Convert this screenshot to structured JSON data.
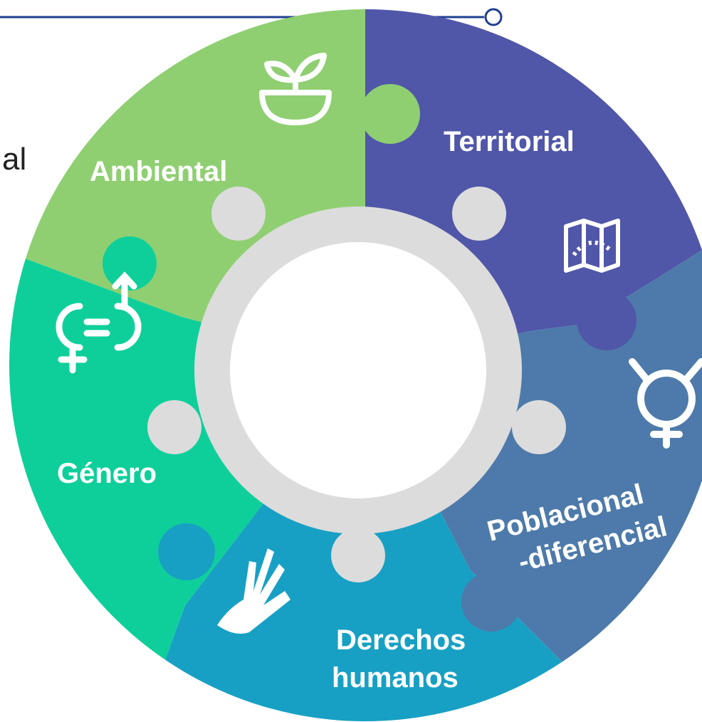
{
  "diagram": {
    "side_text": "al",
    "segments": [
      {
        "id": "ambiental",
        "label": "Ambiental",
        "color": "#8fcf72",
        "icon": "seedling-bowl-icon"
      },
      {
        "id": "territorial",
        "label": "Territorial",
        "color": "#5056a8",
        "icon": "map-route-icon"
      },
      {
        "id": "poblacional",
        "label_line1": "Poblacional",
        "label_line2": "-diferencial",
        "color": "#4d7aaa",
        "icon": "transgender-symbol-icon"
      },
      {
        "id": "derechos",
        "label_line1": "Derechos",
        "label_line2": "humanos",
        "color": "#18a0c4",
        "icon": "human-rights-hand-icon"
      },
      {
        "id": "genero",
        "label": "Género",
        "color": "#0ecf9a",
        "icon": "gender-equality-icon"
      }
    ],
    "center_color": "#dcdcdc",
    "top_line_color": "#1f3f8f"
  }
}
